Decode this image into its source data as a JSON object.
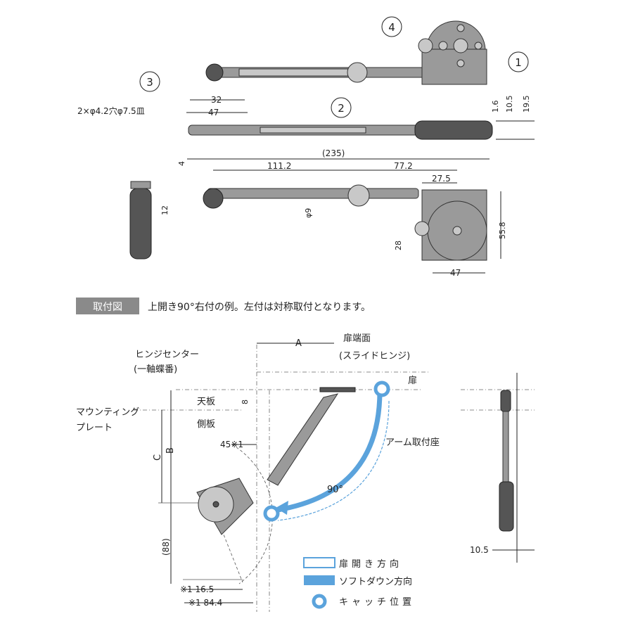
{
  "top_views": {
    "callouts": [
      "1",
      "2",
      "3",
      "4"
    ],
    "dims": {
      "d32": "32",
      "d47a": "47",
      "hole": "2×φ4.2穴φ7.5皿",
      "d1_6": "1.6",
      "d10_5": "10.5",
      "d19_5": "19.5",
      "d235": "(235)",
      "d111_2": "111.2",
      "d77_2": "77.2",
      "d27_5": "27.5",
      "d4": "4",
      "d12": "12",
      "phi9": "φ9",
      "d28": "28",
      "d55_8": "55.8",
      "d47b": "47"
    }
  },
  "section": {
    "badge": "取付図",
    "caption": "上開き90°右付の例。左付は対称取付となります。"
  },
  "install": {
    "A": "A",
    "door_edge": "扉端面",
    "slide_hinge": "(スライドヒンジ)",
    "hinge_center": "ヒンジセンター",
    "single_axis": "(一軸蝶番)",
    "door": "扉",
    "top_board": "天板",
    "side_board": "側板",
    "d8": "8",
    "mounting1": "マウンティング",
    "mounting2": "プレート",
    "C": "C",
    "B": "B",
    "d45": "45※1",
    "arm_seat": "アーム取付座",
    "angle": "90°",
    "d88": "(88)",
    "d16_5": "※1 16.5",
    "d84_4": "※1 84.4",
    "d10_5": "10.5"
  },
  "legend": {
    "open": "扉開き方向",
    "softdown": "ソフトダウン方向",
    "catch": "キャッチ位置"
  },
  "colors": {
    "accent": "#5ba3dc"
  }
}
